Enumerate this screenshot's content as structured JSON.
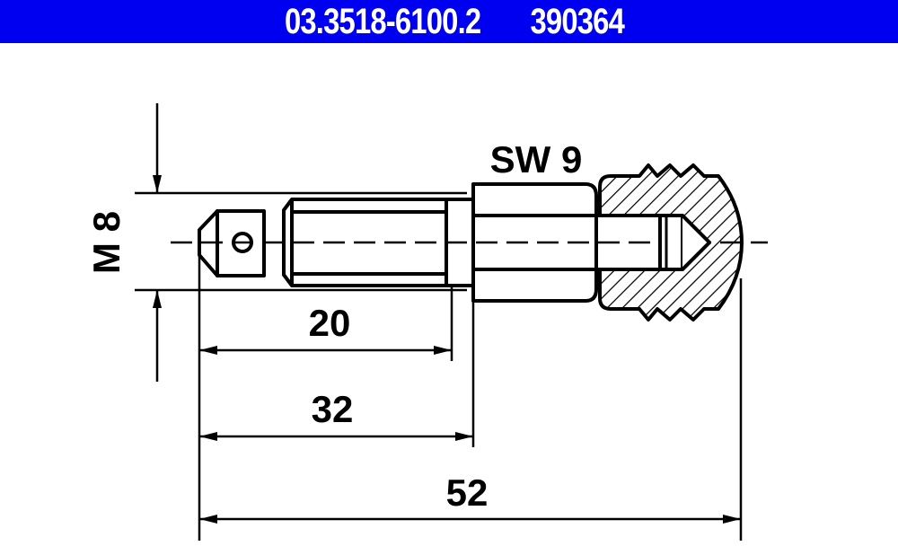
{
  "header": {
    "part_number": "03.3518-6100.2",
    "article_number": "390364",
    "background_color": "#0000f0"
  },
  "dimensions": {
    "thread": "M 8",
    "wrench_size": "SW 9",
    "thread_length": "20",
    "length_to_hex": "32",
    "total_length": "52"
  }
}
